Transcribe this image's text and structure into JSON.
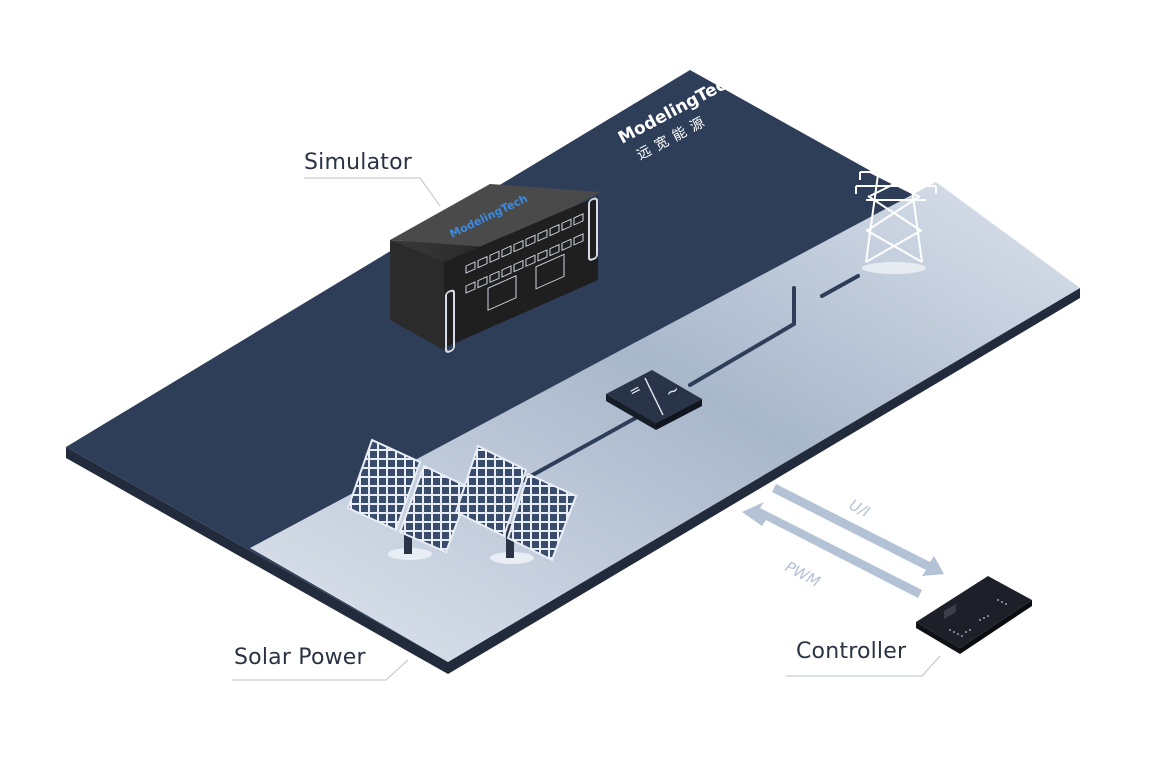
{
  "labels": {
    "simulator": "Simulator",
    "solar_power": "Solar Power",
    "controller": "Controller"
  },
  "signals": {
    "ui": "U/I",
    "pwm": "PWM"
  },
  "brand": {
    "name": "ModelingTech",
    "chinese": "远宽能源"
  },
  "device_brand": "ModelingTech",
  "inverter_symbols": {
    "dc": "=",
    "ac": "~"
  },
  "colors": {
    "board_dark": "#2e3e59",
    "board_light": "#b8c4d6",
    "arrow": "#b4c2d6",
    "label_text": "#2a3244",
    "device_dark": "#2a2a2a"
  }
}
